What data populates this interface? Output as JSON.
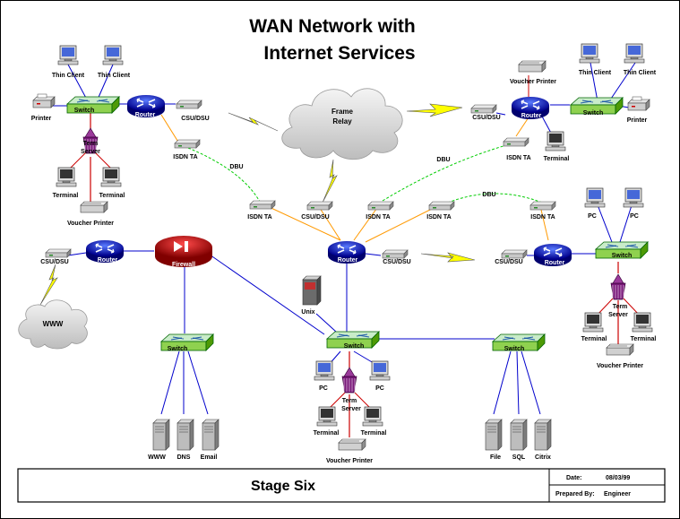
{
  "title": {
    "line1": "WAN Network with",
    "line2": "Internet Services"
  },
  "footer": {
    "stage": "Stage Six",
    "date_label": "Date:",
    "date_value": "08/03/99",
    "prepared_label": "Prepared By:",
    "prepared_value": "Engineer"
  },
  "labels": {
    "thin_client": "Thin Client",
    "printer": "Printer",
    "switch": "Switch",
    "router": "Router",
    "csu_dsu": "CSU/DSU",
    "isdn_ta": "ISDN TA",
    "dbu": "DBU",
    "term": "Term",
    "server": "Server",
    "terminal": "Terminal",
    "voucher_printer": "Voucher Printer",
    "frame": "Frame",
    "relay": "Relay",
    "www": "WWW",
    "firewall": "Firewall",
    "unix": "Unix",
    "pc": "PC",
    "dns": "DNS",
    "email": "Email",
    "file": "File",
    "sql": "SQL",
    "citrix": "Citrix"
  },
  "colors": {
    "router": "#0000c8",
    "switch": "#66b200",
    "firewall": "#c00000",
    "lightning": "#ffff00",
    "isdn_line": "#ff9900",
    "dbu_line": "#00cc00",
    "lan_line": "#0000cc",
    "server_line": "#cc0000"
  }
}
